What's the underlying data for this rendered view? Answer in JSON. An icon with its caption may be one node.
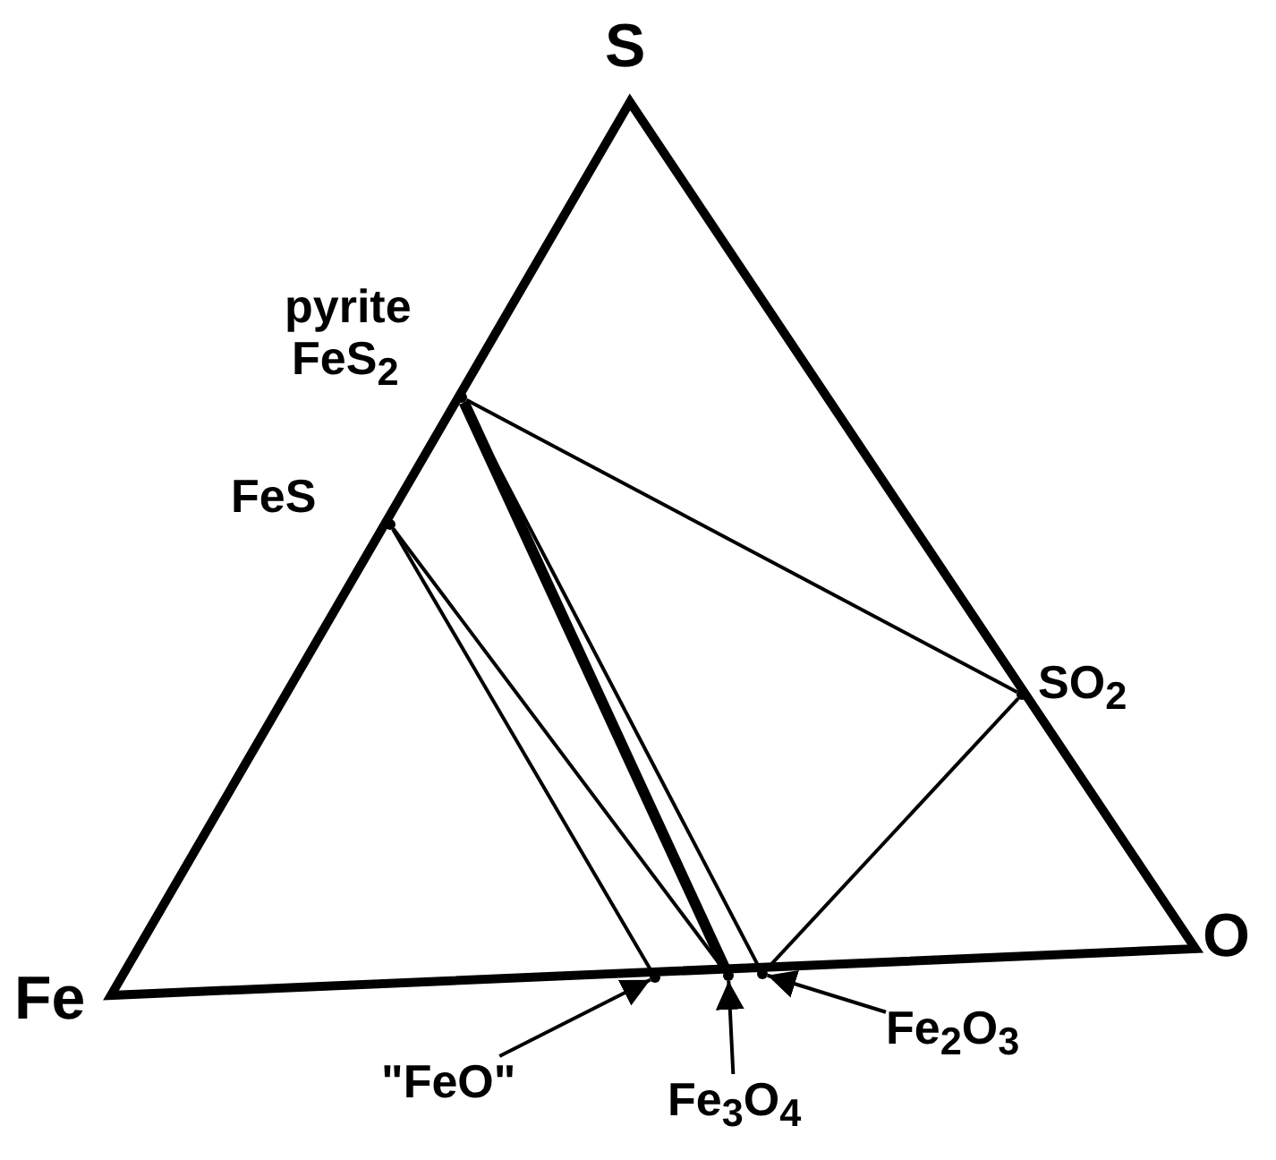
{
  "diagram": {
    "nodes": [
      {
        "text": [],
        "shape": "dot",
        "beside": [
          "pyrite",
          "FeS$_{2}$"
        ]
      },
      {
        "text": [],
        "shape": "dot",
        "beside": [
          "FeS"
        ]
      },
      {
        "text": [],
        "shape": "dot",
        "beside": [
          "SO$_{2}$"
        ]
      },
      {
        "text": [],
        "shape": "dot"
      },
      {
        "text": [],
        "shape": "dot"
      },
      {
        "text": [],
        "shape": "dot"
      },
      {
        "text": [
          "\"FeO\""
        ]
      },
      {
        "text": [
          "Fe$_{3}$O$_{4}$"
        ]
      },
      {
        "text": [
          "Fe$_{2}$O$_{3}$"
        ]
      }
    ],
    "edges": [
      {
        "from": 0,
        "to": 2,
        "arrow": "none"
      },
      {
        "from": 0,
        "to": 4,
        "arrow": "none",
        "style": "thick"
      },
      {
        "from": 0,
        "to": 5,
        "arrow": "none"
      },
      {
        "from": 1,
        "to": 3,
        "arrow": "none"
      },
      {
        "from": 1,
        "to": 4,
        "arrow": "none"
      },
      {
        "from": 2,
        "to": 5,
        "arrow": "none"
      },
      {
        "from": 6,
        "to": 3,
        "arrow": "to"
      },
      {
        "from": 7,
        "to": 4,
        "arrow": "to"
      },
      {
        "from": 8,
        "to": 5,
        "arrow": "to"
      }
    ],
    "labels": [
      "S",
      "Fe",
      "O"
    ]
  }
}
